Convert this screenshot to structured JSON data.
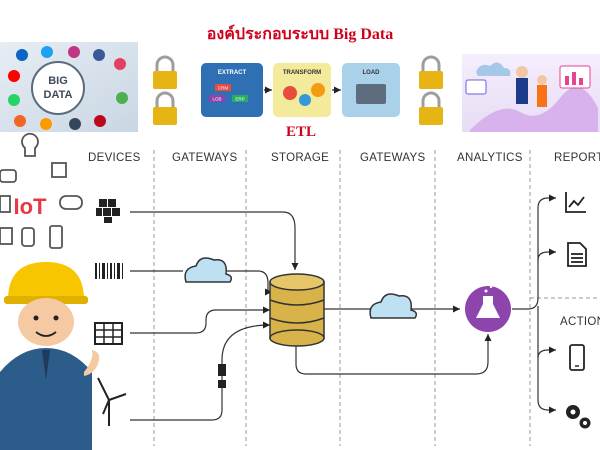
{
  "title": "องค์ประกอบระบบ Big Data",
  "big_data_badge": {
    "line1": "BIG",
    "line2": "DATA"
  },
  "etl": {
    "caption": "ETL",
    "steps": [
      "EXTRACT",
      "TRANSFORM",
      "LOAD"
    ],
    "tags": [
      "CRM",
      "LOB",
      "ERP"
    ]
  },
  "iot_label": "IoT",
  "columns": [
    "DEVICES",
    "GATEWAYS",
    "STORAGE",
    "GATEWAYS",
    "ANALYTICS",
    "REPORT"
  ],
  "action_label": "ACTION",
  "colors": {
    "title": "#d0021b",
    "storage": "#d8b34a",
    "analytics": "#8e44ad",
    "cloud": "#bde0f2",
    "accent_iot": "#e63946"
  }
}
